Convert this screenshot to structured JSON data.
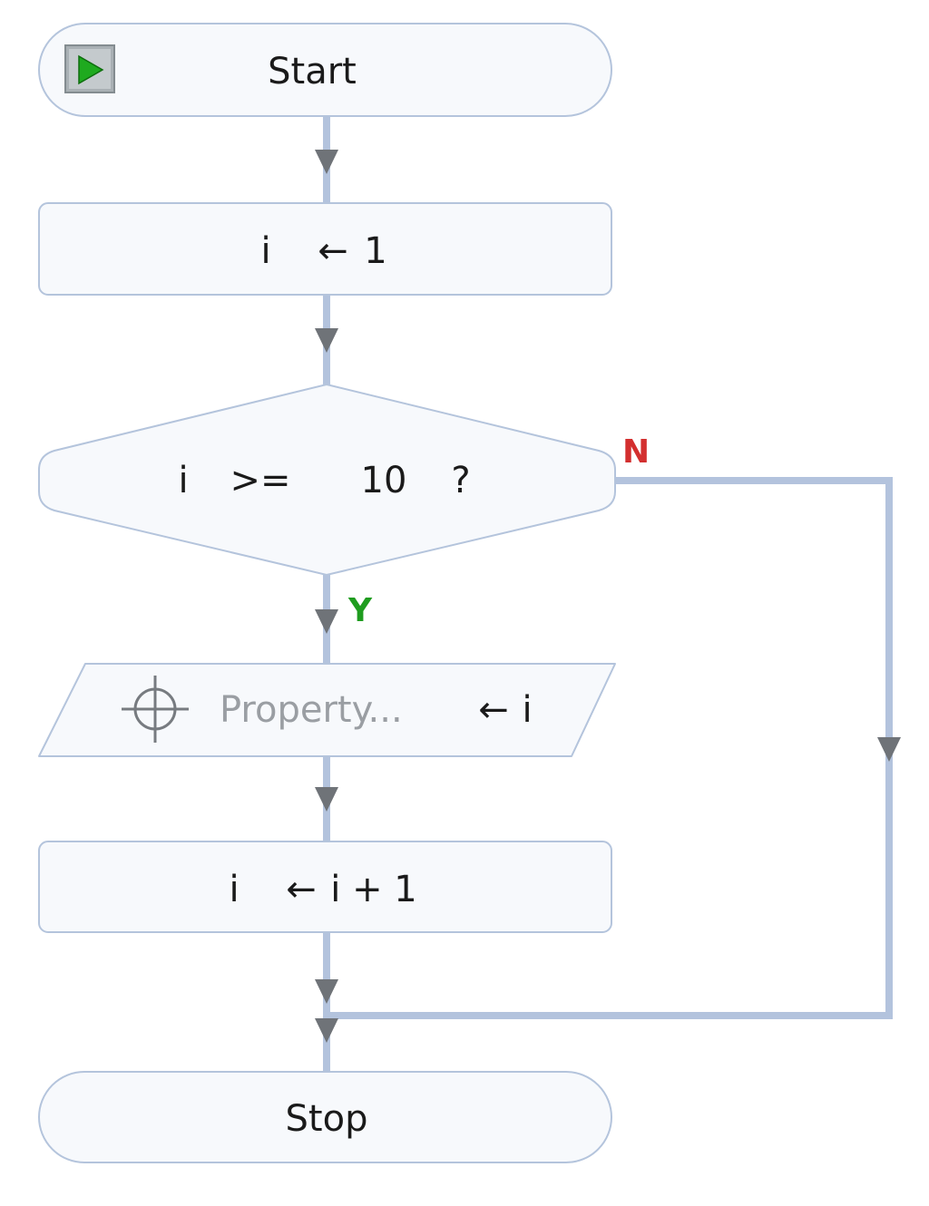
{
  "nodes": {
    "start": {
      "label": "Start",
      "run_icon": "play-icon"
    },
    "assign_init": {
      "var": "i",
      "arrow": "←",
      "value": "1"
    },
    "decision": {
      "var": "i",
      "op": ">=",
      "value": "10",
      "q": "?"
    },
    "output": {
      "icon": "crosshair-icon",
      "target": "Property...",
      "arrow": "←",
      "value": "i"
    },
    "assign_inc": {
      "var": "i",
      "arrow": "←",
      "value": "i + 1"
    },
    "stop": {
      "label": "Stop"
    }
  },
  "branches": {
    "yes": "Y",
    "no": "N"
  },
  "colors": {
    "node_fill": "#f7f9fc",
    "node_border": "#b4c4dc",
    "connector": "#b3c3dd",
    "arrowhead": "#6f7378",
    "yes": "#1f9c1f",
    "no": "#d32f2f",
    "play_button": "#1faa1f"
  }
}
